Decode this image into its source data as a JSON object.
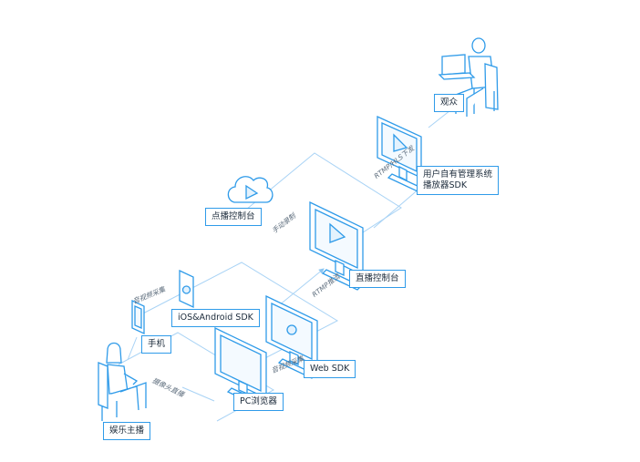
{
  "nodes": {
    "viewer": "观众",
    "player_sdk_line1": "用户自有管理系统",
    "player_sdk_line2": "播放器SDK",
    "vod_console": "点播控制台",
    "live_console": "直播控制台",
    "mobile_sdk": "iOS&Android SDK",
    "phone": "手机",
    "web_sdk": "Web SDK",
    "pc_browser": "PC浏览器",
    "anchor": "娱乐主播"
  },
  "edges": {
    "rtmp_hls_delivery": "RTMP/HLS下发",
    "manual_record": "手动录制",
    "rtmp_push": "RTMP推流",
    "av_capture_mobile": "音视频采集",
    "av_capture_web": "音视频采集",
    "camera_live": "摄像头直播"
  },
  "colors": {
    "stroke": "#2f9be9",
    "line": "#a9d3f5",
    "text": "#1b2a3a"
  }
}
